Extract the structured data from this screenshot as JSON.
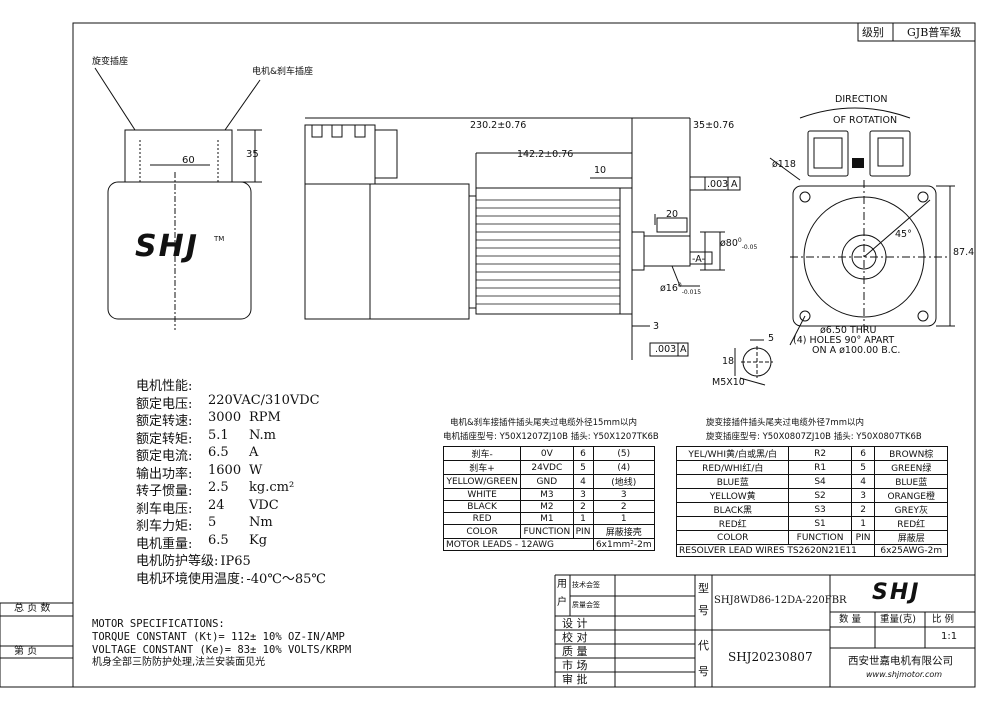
{
  "header": {
    "grade_label": "级别",
    "grade_value": "GJB普军级"
  },
  "left_view": {
    "resolver_socket": "旋变插座",
    "motor_brake_socket": "电机&刹车插座",
    "dim_width": "60",
    "dim_height": "35",
    "logo": "SHJ",
    "logo_tm": "TM"
  },
  "side_view": {
    "total_length": "230.2±0.76",
    "shaft_length": "35±0.76",
    "body_length": "142.2±0.76",
    "flange": "10",
    "key_len": "20",
    "runout": ".003",
    "datum": "A",
    "datum_box": "-A-",
    "pilot": "ø80",
    "pilot_tol": "0",
    "pilot_tol2": "-0.05",
    "shaft": "ø16",
    "shaft_tol": "0",
    "shaft_tol2": "-0.015",
    "flange_thick": "3",
    "perp": ".003"
  },
  "key_detail": {
    "w": "5",
    "h": "18",
    "thread": "M5X10"
  },
  "front_view": {
    "direction": "DIRECTION",
    "of_rotation": "OF ROTATION",
    "bolt_circle": "ø118",
    "angle": "45°",
    "height": "87.4",
    "hole1": "ø6.50 THRU",
    "hole2": "(4) HOLES 90° APART",
    "hole3": "ON A ø100.00 B.C."
  },
  "specs_cn": [
    {
      "label": "电机性能:",
      "value": "",
      "unit": ""
    },
    {
      "label": "额定电压:",
      "value": "220VAC/310VDC",
      "unit": ""
    },
    {
      "label": "额定转速:",
      "value": "3000",
      "unit": "RPM"
    },
    {
      "label": "额定转矩:",
      "value": "5.1",
      "unit": "N.m"
    },
    {
      "label": "额定电流:",
      "value": "6.5",
      "unit": "A"
    },
    {
      "label": "输出功率:",
      "value": "1600",
      "unit": "W"
    },
    {
      "label": "转子惯量:",
      "value": "2.5",
      "unit": "kg.cm²"
    },
    {
      "label": "刹车电压:",
      "value": "24",
      "unit": "VDC"
    },
    {
      "label": "刹车力矩:",
      "value": "5",
      "unit": "Nm"
    },
    {
      "label": "电机重量:",
      "value": "6.5",
      "unit": "Kg"
    },
    {
      "label": "电机防护等级:",
      "value": "IP65",
      "unit": ""
    },
    {
      "label": "电机环境使用温度:",
      "value": "-40℃～85℃",
      "unit": ""
    }
  ],
  "specs_en": {
    "title": "MOTOR SPECIFICATIONS:",
    "torque": "TORQUE CONSTANT (Kt)= 112± 10% OZ-IN/AMP",
    "voltage": "VOLTAGE CONSTANT (Ke)= 83± 10% VOLTS/KRPM",
    "note": "机身全部三防防护处理,法兰安装面见光"
  },
  "motor_table": {
    "title": "电机&刹车接插件插头尾夹过电缆外径15mm以内",
    "model": "电机插座型号: Y50X1207ZJ10B 插头: Y50X1207TK6B",
    "rows": [
      [
        "刹车-",
        "0V",
        "6",
        "(5)"
      ],
      [
        "刹车+",
        "24VDC",
        "5",
        "(4)"
      ],
      [
        "YELLOW/GREEN",
        "GND",
        "4",
        "(地线)"
      ],
      [
        "WHITE",
        "M3",
        "3",
        "3"
      ],
      [
        "BLACK",
        "M2",
        "2",
        "2"
      ],
      [
        "RED",
        "M1",
        "1",
        "1"
      ],
      [
        "COLOR",
        "FUNCTION",
        "PIN",
        "屏蔽接壳"
      ]
    ],
    "footer_left": "MOTOR LEADS - 12AWG",
    "footer_right": "6x1mm²-2m"
  },
  "resolver_table": {
    "title": "旋变接插件插头尾夹过电缆外径7mm以内",
    "model": "旋变插座型号: Y50X0807ZJ10B 插头: Y50X0807TK6B",
    "rows": [
      [
        "YEL/WHI黄/白或黑/白",
        "R2",
        "6",
        "BROWN棕"
      ],
      [
        "RED/WHI红/白",
        "R1",
        "5",
        "GREEN绿"
      ],
      [
        "BLUE蓝",
        "S4",
        "4",
        "BLUE蓝"
      ],
      [
        "YELLOW黄",
        "S2",
        "3",
        "ORANGE橙"
      ],
      [
        "BLACK黑",
        "S3",
        "2",
        "GREY灰"
      ],
      [
        "RED红",
        "S1",
        "1",
        "RED红"
      ],
      [
        "COLOR",
        "FUNCTION",
        "PIN",
        "屏蔽层"
      ]
    ],
    "footer_left": "RESOLVER LEAD WIRES TS2620N21E11",
    "footer_right": "6x25AWG-2m"
  },
  "title_block": {
    "yong": "用",
    "hu": "户",
    "tech": "技术会签",
    "quality_sign": "质量会签",
    "design": "设 计",
    "check": "校 对",
    "quality": "质 量",
    "market": "市 场",
    "approve": "审 批",
    "xing": "型",
    "hao": "号",
    "dai": "代",
    "hao2": "号",
    "model_no": "SHJ8WD86-12DA-220FBR",
    "code_no": "SHJ20230807",
    "qty": "数 量",
    "weight": "重量(克)",
    "ratio": "比 例",
    "ratio_val": "1:1",
    "company": "西安世嘉电机有限公司",
    "website": "www.shjmotor.com",
    "logo": "SHJ"
  },
  "side_block": {
    "total": "总 页 数",
    "page": "第 页"
  }
}
